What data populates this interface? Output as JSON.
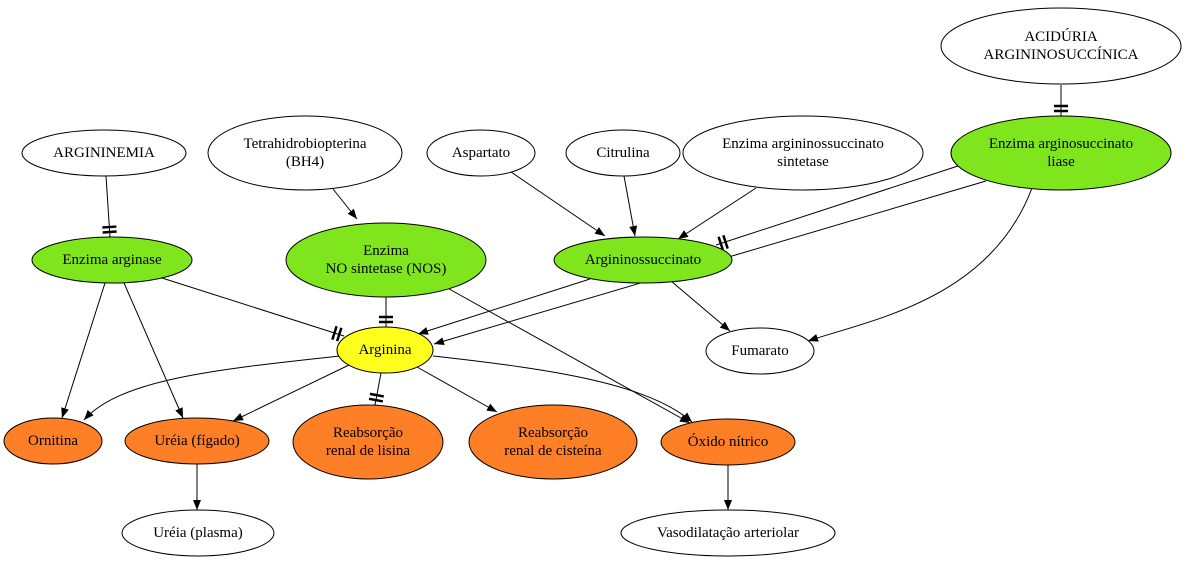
{
  "nodes": [
    {
      "id": "acid",
      "lines": [
        "ACIDÚRIA",
        "ARGININOSUCCÍNICA"
      ],
      "color": "#ffffff"
    },
    {
      "id": "arginemia",
      "lines": [
        "ARGININEMIA"
      ],
      "color": "#ffffff"
    },
    {
      "id": "bh4",
      "lines": [
        "Tetrahidrobiopterina",
        "(BH4)"
      ],
      "color": "#ffffff"
    },
    {
      "id": "aspartato",
      "lines": [
        "Aspartato"
      ],
      "color": "#ffffff"
    },
    {
      "id": "citrulina",
      "lines": [
        "Citrulina"
      ],
      "color": "#ffffff"
    },
    {
      "id": "sintetase",
      "lines": [
        "Enzima argininossuccinato",
        "sintetase"
      ],
      "color": "#ffffff"
    },
    {
      "id": "liase",
      "lines": [
        "Enzima arginosuccinato",
        "liase"
      ],
      "color": "#7fe61e"
    },
    {
      "id": "arginase",
      "lines": [
        "Enzima arginase"
      ],
      "color": "#7fe61e"
    },
    {
      "id": "nos",
      "lines": [
        "Enzima",
        "NO sintetase (NOS)"
      ],
      "color": "#7fe61e"
    },
    {
      "id": "argsucc",
      "lines": [
        "Argininossuccinato"
      ],
      "color": "#7fe61e"
    },
    {
      "id": "arginina",
      "lines": [
        "Arginina"
      ],
      "color": "#ffff1e"
    },
    {
      "id": "fumarato",
      "lines": [
        "Fumarato"
      ],
      "color": "#ffffff"
    },
    {
      "id": "ornitina",
      "lines": [
        "Ornitina"
      ],
      "color": "#ff7f27"
    },
    {
      "id": "ureia_f",
      "lines": [
        "Uréia (fígado)"
      ],
      "color": "#ff7f27"
    },
    {
      "id": "lisina",
      "lines": [
        "Reabsorção",
        "renal de lisina"
      ],
      "color": "#ff7f27"
    },
    {
      "id": "cisteina",
      "lines": [
        "Reabsorção",
        "renal de cisteína"
      ],
      "color": "#ff7f27"
    },
    {
      "id": "oxido",
      "lines": [
        "Óxido nítrico"
      ],
      "color": "#ff7f27"
    },
    {
      "id": "ureia_p",
      "lines": [
        "Uréia (plasma)"
      ],
      "color": "#ffffff"
    },
    {
      "id": "vaso",
      "lines": [
        "Vasodilatação arteriolar"
      ],
      "color": "#ffffff"
    }
  ],
  "edges": [
    {
      "from": "acid",
      "to": "liase",
      "type": "inhibit"
    },
    {
      "from": "arginemia",
      "to": "arginase",
      "type": "inhibit"
    },
    {
      "from": "bh4",
      "to": "nos",
      "type": "activate"
    },
    {
      "from": "aspartato",
      "to": "argsucc",
      "type": "activate"
    },
    {
      "from": "citrulina",
      "to": "argsucc",
      "type": "activate"
    },
    {
      "from": "sintetase",
      "to": "argsucc",
      "type": "activate"
    },
    {
      "from": "liase",
      "to": "argsucc",
      "type": "inhibit"
    },
    {
      "from": "liase",
      "to": "arginina",
      "type": "activate"
    },
    {
      "from": "liase",
      "to": "fumarato",
      "type": "activate"
    },
    {
      "from": "arginase",
      "to": "arginina",
      "type": "inhibit"
    },
    {
      "from": "arginase",
      "to": "ornitina",
      "type": "activate"
    },
    {
      "from": "arginase",
      "to": "ureia_f",
      "type": "activate"
    },
    {
      "from": "nos",
      "to": "arginina",
      "type": "inhibit"
    },
    {
      "from": "nos",
      "to": "oxido",
      "type": "activate"
    },
    {
      "from": "argsucc",
      "to": "arginina",
      "type": "activate"
    },
    {
      "from": "argsucc",
      "to": "fumarato",
      "type": "activate"
    },
    {
      "from": "arginina",
      "to": "ornitina",
      "type": "activate"
    },
    {
      "from": "arginina",
      "to": "ureia_f",
      "type": "activate"
    },
    {
      "from": "arginina",
      "to": "lisina",
      "type": "inhibit"
    },
    {
      "from": "arginina",
      "to": "cisteina",
      "type": "activate"
    },
    {
      "from": "arginina",
      "to": "oxido",
      "type": "activate"
    },
    {
      "from": "ureia_f",
      "to": "ureia_p",
      "type": "activate"
    },
    {
      "from": "oxido",
      "to": "vaso",
      "type": "activate"
    }
  ]
}
